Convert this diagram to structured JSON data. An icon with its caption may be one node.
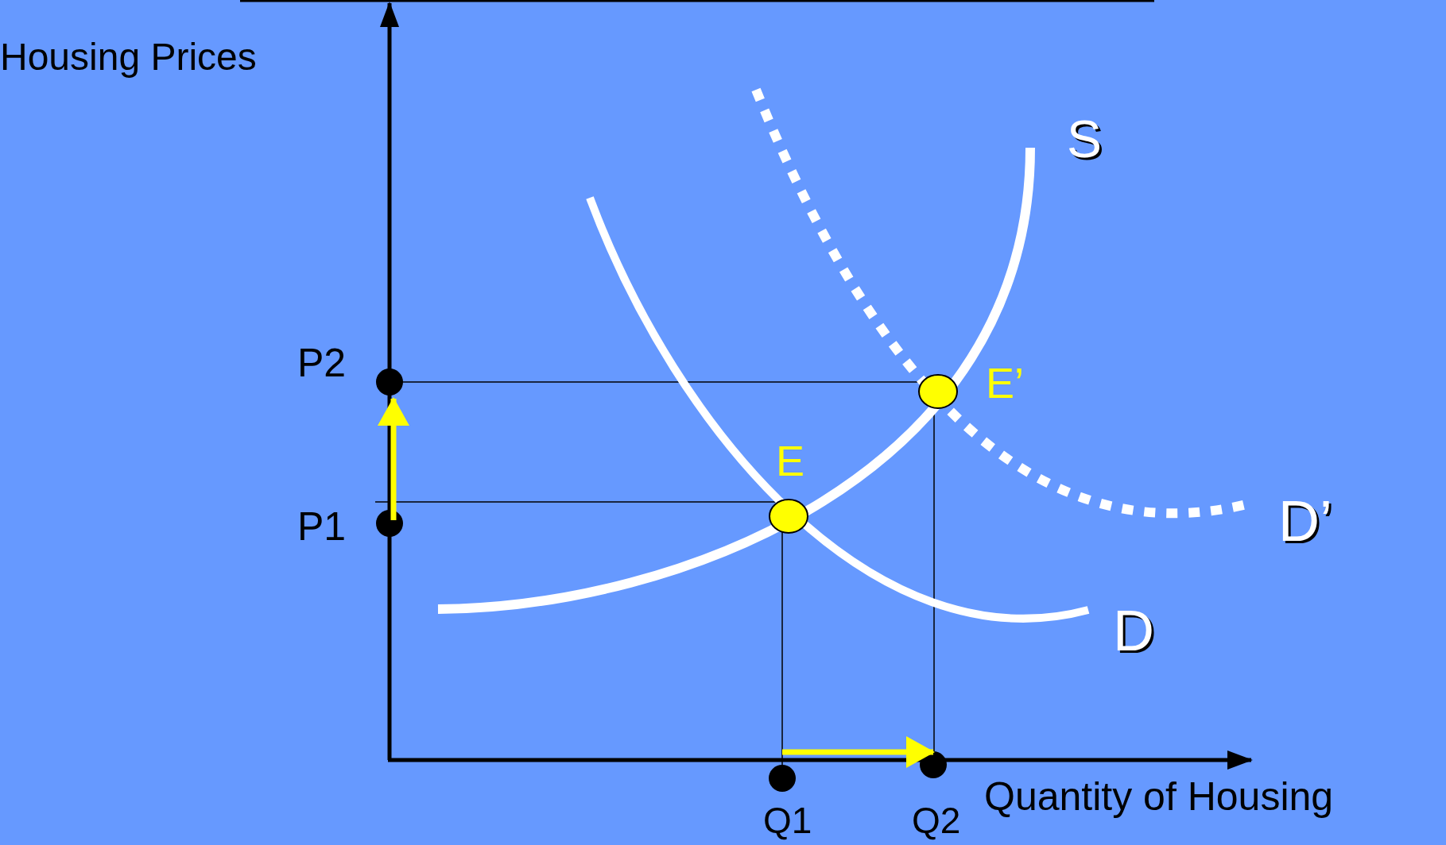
{
  "diagram": {
    "labels": [
      "Housing Prices",
      "S",
      "P2",
      "E’",
      "E",
      "P1",
      "D’",
      "D",
      "Quantity of Housing",
      "Q1",
      "Q2"
    ]
  }
}
